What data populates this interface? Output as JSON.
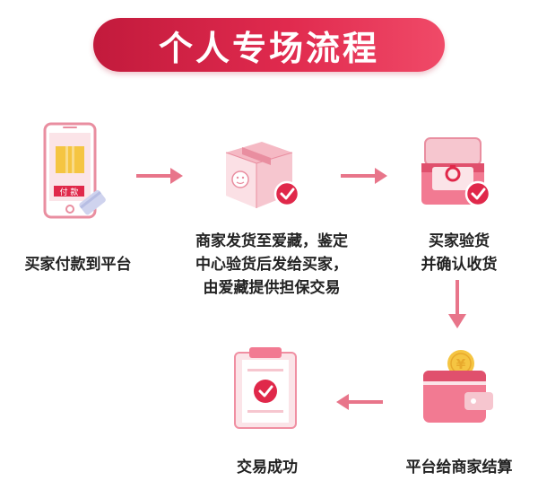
{
  "title": "个人专场流程",
  "phone_pay_text": "付 款",
  "steps": [
    {
      "label": "买家付款到平台"
    },
    {
      "label": "商家发货至爱藏，鉴定\n中心验货后发给买家，\n由爱藏提供担保交易"
    },
    {
      "label": "买家验货\n并确认收货"
    },
    {
      "label": "平台给商家结算"
    },
    {
      "label": "交易成功"
    }
  ],
  "icons": {
    "step1": "phone-pay-icon",
    "step2": "package-box-icon",
    "step3": "ring-box-icon",
    "step4": "wallet-coin-icon",
    "step5": "clipboard-check-icon"
  },
  "colors": {
    "brand": "#e02a4e",
    "brand_dark": "#c21a3c",
    "light_pink": "#f6c9d1",
    "pale_pink": "#fbe4e8",
    "check": "#e0284a",
    "arrow": "#e8758a",
    "yellow": "#f5c542"
  }
}
